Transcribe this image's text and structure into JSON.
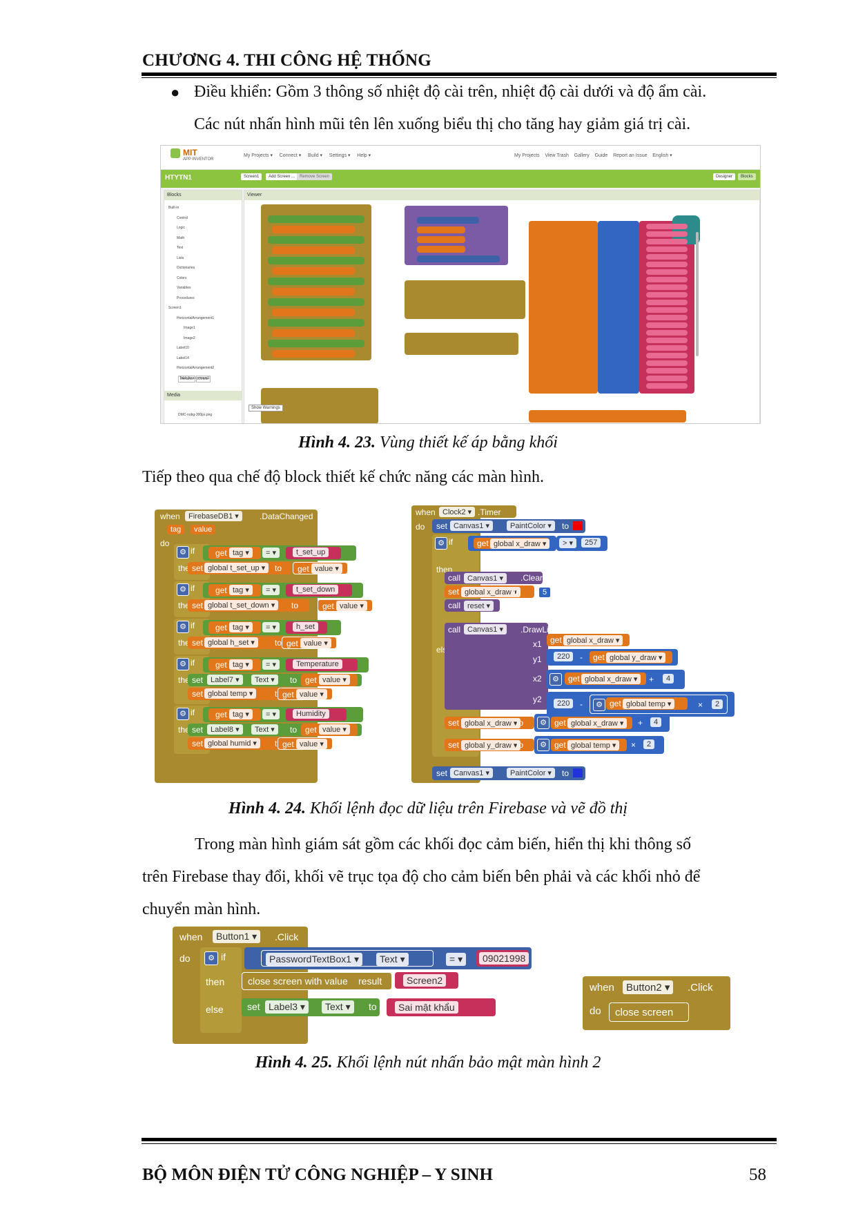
{
  "header": {
    "title": "CHƯƠNG 4. THI CÔNG HỆ THỐNG"
  },
  "intro": {
    "bullet_line1": "Điều khiển: Gồm 3 thông số nhiệt độ cài trên, nhiệt độ cài dưới và độ ẩm cài.",
    "bullet_line2": "Các nút nhấn hình mũi tên lên xuống biểu thị cho tăng hay giảm giá trị cài."
  },
  "figures": {
    "fig23": {
      "label": "Hình 4. 23.",
      "caption": " Vùng thiết kế áp bằng khối"
    },
    "fig24": {
      "label": "Hình 4. 24.",
      "caption": " Khối lệnh đọc dữ liệu trên Firebase và vẽ đồ thị"
    },
    "fig25": {
      "label": "Hình 4. 25.",
      "caption": " Khối lệnh nút nhấn bảo mật màn hình 2"
    }
  },
  "body": {
    "para1": "Tiếp theo qua chế độ block thiết kế chức năng các màn hình.",
    "para2_l1": "Trong màn hình giám sát gồm các khối đọc cảm biến, hiển thị khi thông số",
    "para2_l2": "trên Firebase thay đổi, khối vẽ trục tọa độ cho cảm biến bên phải và các khối nhỏ để",
    "para2_l3": "chuyển màn hình."
  },
  "screenshot1": {
    "logo": "MIT",
    "logo_sub": "APP INVENTOR",
    "menu": [
      "My Projects",
      "Connect",
      "Build",
      "Settings",
      "Help"
    ],
    "right_menu": [
      "My Projects",
      "View Trash",
      "Gallery",
      "Guide",
      "Report an Issue",
      "English"
    ],
    "project": "HTYTN1",
    "buttons": [
      "Screen1",
      "Add Screen ...",
      "Remove Screen"
    ],
    "right_buttons": [
      "Designer",
      "Blocks"
    ],
    "panel_blocks": "Blocks",
    "panel_viewer": "Viewer",
    "tree": [
      "Built-in",
      "Control",
      "Logic",
      "Math",
      "Text",
      "Lists",
      "Dictionaries",
      "Colors",
      "Variables",
      "Procedures",
      "Screen1",
      "HorizontalArrangement1",
      "Image1",
      "Image2",
      "Label10",
      "Label14",
      "HorizontalArrangement2",
      "TableArrangement1"
    ],
    "media": "Media",
    "rename": "Rename",
    "delete": "Delete",
    "media_file": "DMC-nobg-300px.png",
    "show_warnings": "Show Warnings"
  },
  "fig24": {
    "left": {
      "when": "when",
      "component": "FirebaseDB1",
      "event": ".DataChanged",
      "params": [
        "tag",
        "value"
      ],
      "do": "do",
      "if": "if",
      "then": "then",
      "get": "get",
      "set": "set",
      "to": "to",
      "eq": "=",
      "tag": "tag",
      "value": "value",
      "rows": [
        {
          "cmp": "t_set_up",
          "setvar": "global t_set_up"
        },
        {
          "cmp": "t_set_down",
          "setvar": "global t_set_down"
        },
        {
          "cmp": "h_set",
          "setvar": "global h_set"
        },
        {
          "cmp": "Temperature",
          "label": "Label7",
          "prop": "Text",
          "setvar": "global temp"
        },
        {
          "cmp": "Humidity",
          "label": "Label8",
          "prop": "Text",
          "setvar": "global humid"
        }
      ]
    },
    "right": {
      "when": "when",
      "component": "Clock2",
      "event": ".Timer",
      "do": "do",
      "set": "set",
      "call": "call",
      "get": "get",
      "to": "to",
      "if": "if",
      "then": "then",
      "else": "else",
      "canvas": "Canvas1",
      "paint": "PaintColor",
      "clear": ".Clear",
      "drawline": ".DrawLine",
      "gx": "global x_draw",
      "gy": "global y_draw",
      "gt": "global temp",
      "gt2": "global temp",
      "gt_label": "global temp",
      "reset": "reset",
      "gt_sign": ">",
      "n257": "257",
      "n5": "5",
      "n220": "220",
      "n4": "4",
      "n2": "2",
      "x1": "x1",
      "y1": "y1",
      "x2": "x2",
      "y2": "y2",
      "minus": "-",
      "plus": "+",
      "times": "×"
    }
  },
  "fig25": {
    "left": {
      "when": "when",
      "component": "Button1",
      "event": ".Click",
      "do": "do",
      "if": "if",
      "then": "then",
      "else": "else",
      "box": "PasswordTextBox1",
      "prop": "Text",
      "eq": "=",
      "pwd": "09021998",
      "close": "close screen with value",
      "result": "result",
      "screen": "Screen2",
      "set": "set",
      "label": "Label3",
      "to": "to",
      "wrong": "Sai mật khẩu"
    },
    "right": {
      "when": "when",
      "component": "Button2",
      "event": ".Click",
      "do": "do",
      "close": "close screen"
    }
  },
  "footer": {
    "dept": "BỘ MÔN ĐIỆN TỬ CÔNG NGHIỆP – Y SINH",
    "page": "58"
  },
  "colors": {
    "event": "#a98a2e",
    "variable": "#e2761b",
    "logic": "#5a9d3a",
    "text": "#c6305a",
    "component": "#3d62a8",
    "canvas": "#6f4e8e"
  }
}
